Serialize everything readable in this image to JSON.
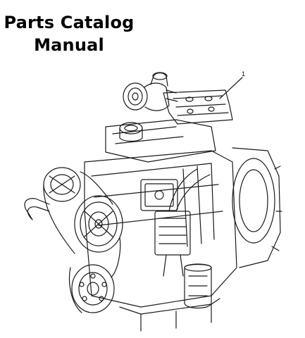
{
  "document": {
    "title_line1": "Parts Catalog",
    "title_line2": "Manual"
  },
  "illustration": {
    "callout_label": "1"
  }
}
